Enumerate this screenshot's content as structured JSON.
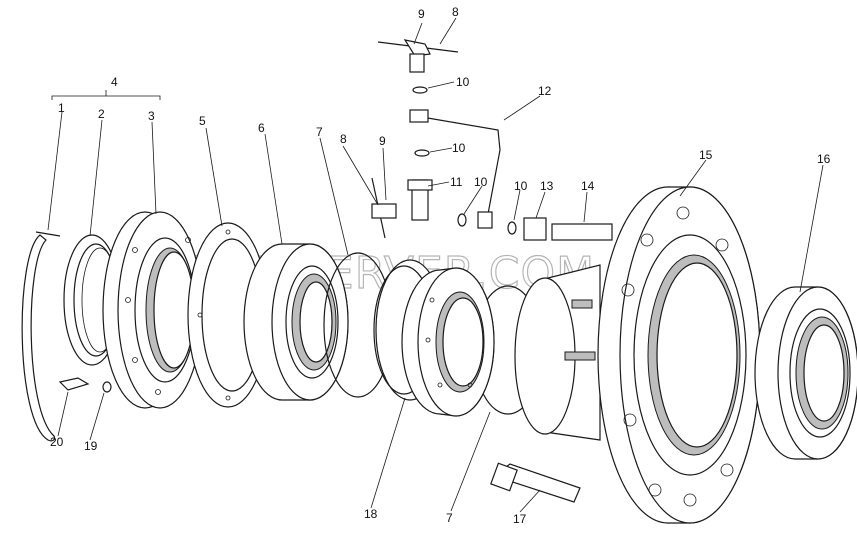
{
  "watermark": "SPECSERVER.COM",
  "labels": {
    "l1": "1",
    "l2": "2",
    "l3": "3",
    "l4": "4",
    "l5": "5",
    "l6": "6",
    "l7a": "7",
    "l7b": "7",
    "l8a": "8",
    "l8b": "8",
    "l9a": "9",
    "l9b": "9",
    "l10a": "10",
    "l10b": "10",
    "l10c": "10",
    "l10d": "10",
    "l11": "11",
    "l12": "12",
    "l13": "13",
    "l14": "14",
    "l15": "15",
    "l16": "16",
    "l17": "17",
    "l18": "18",
    "l19": "19",
    "l20": "20"
  }
}
